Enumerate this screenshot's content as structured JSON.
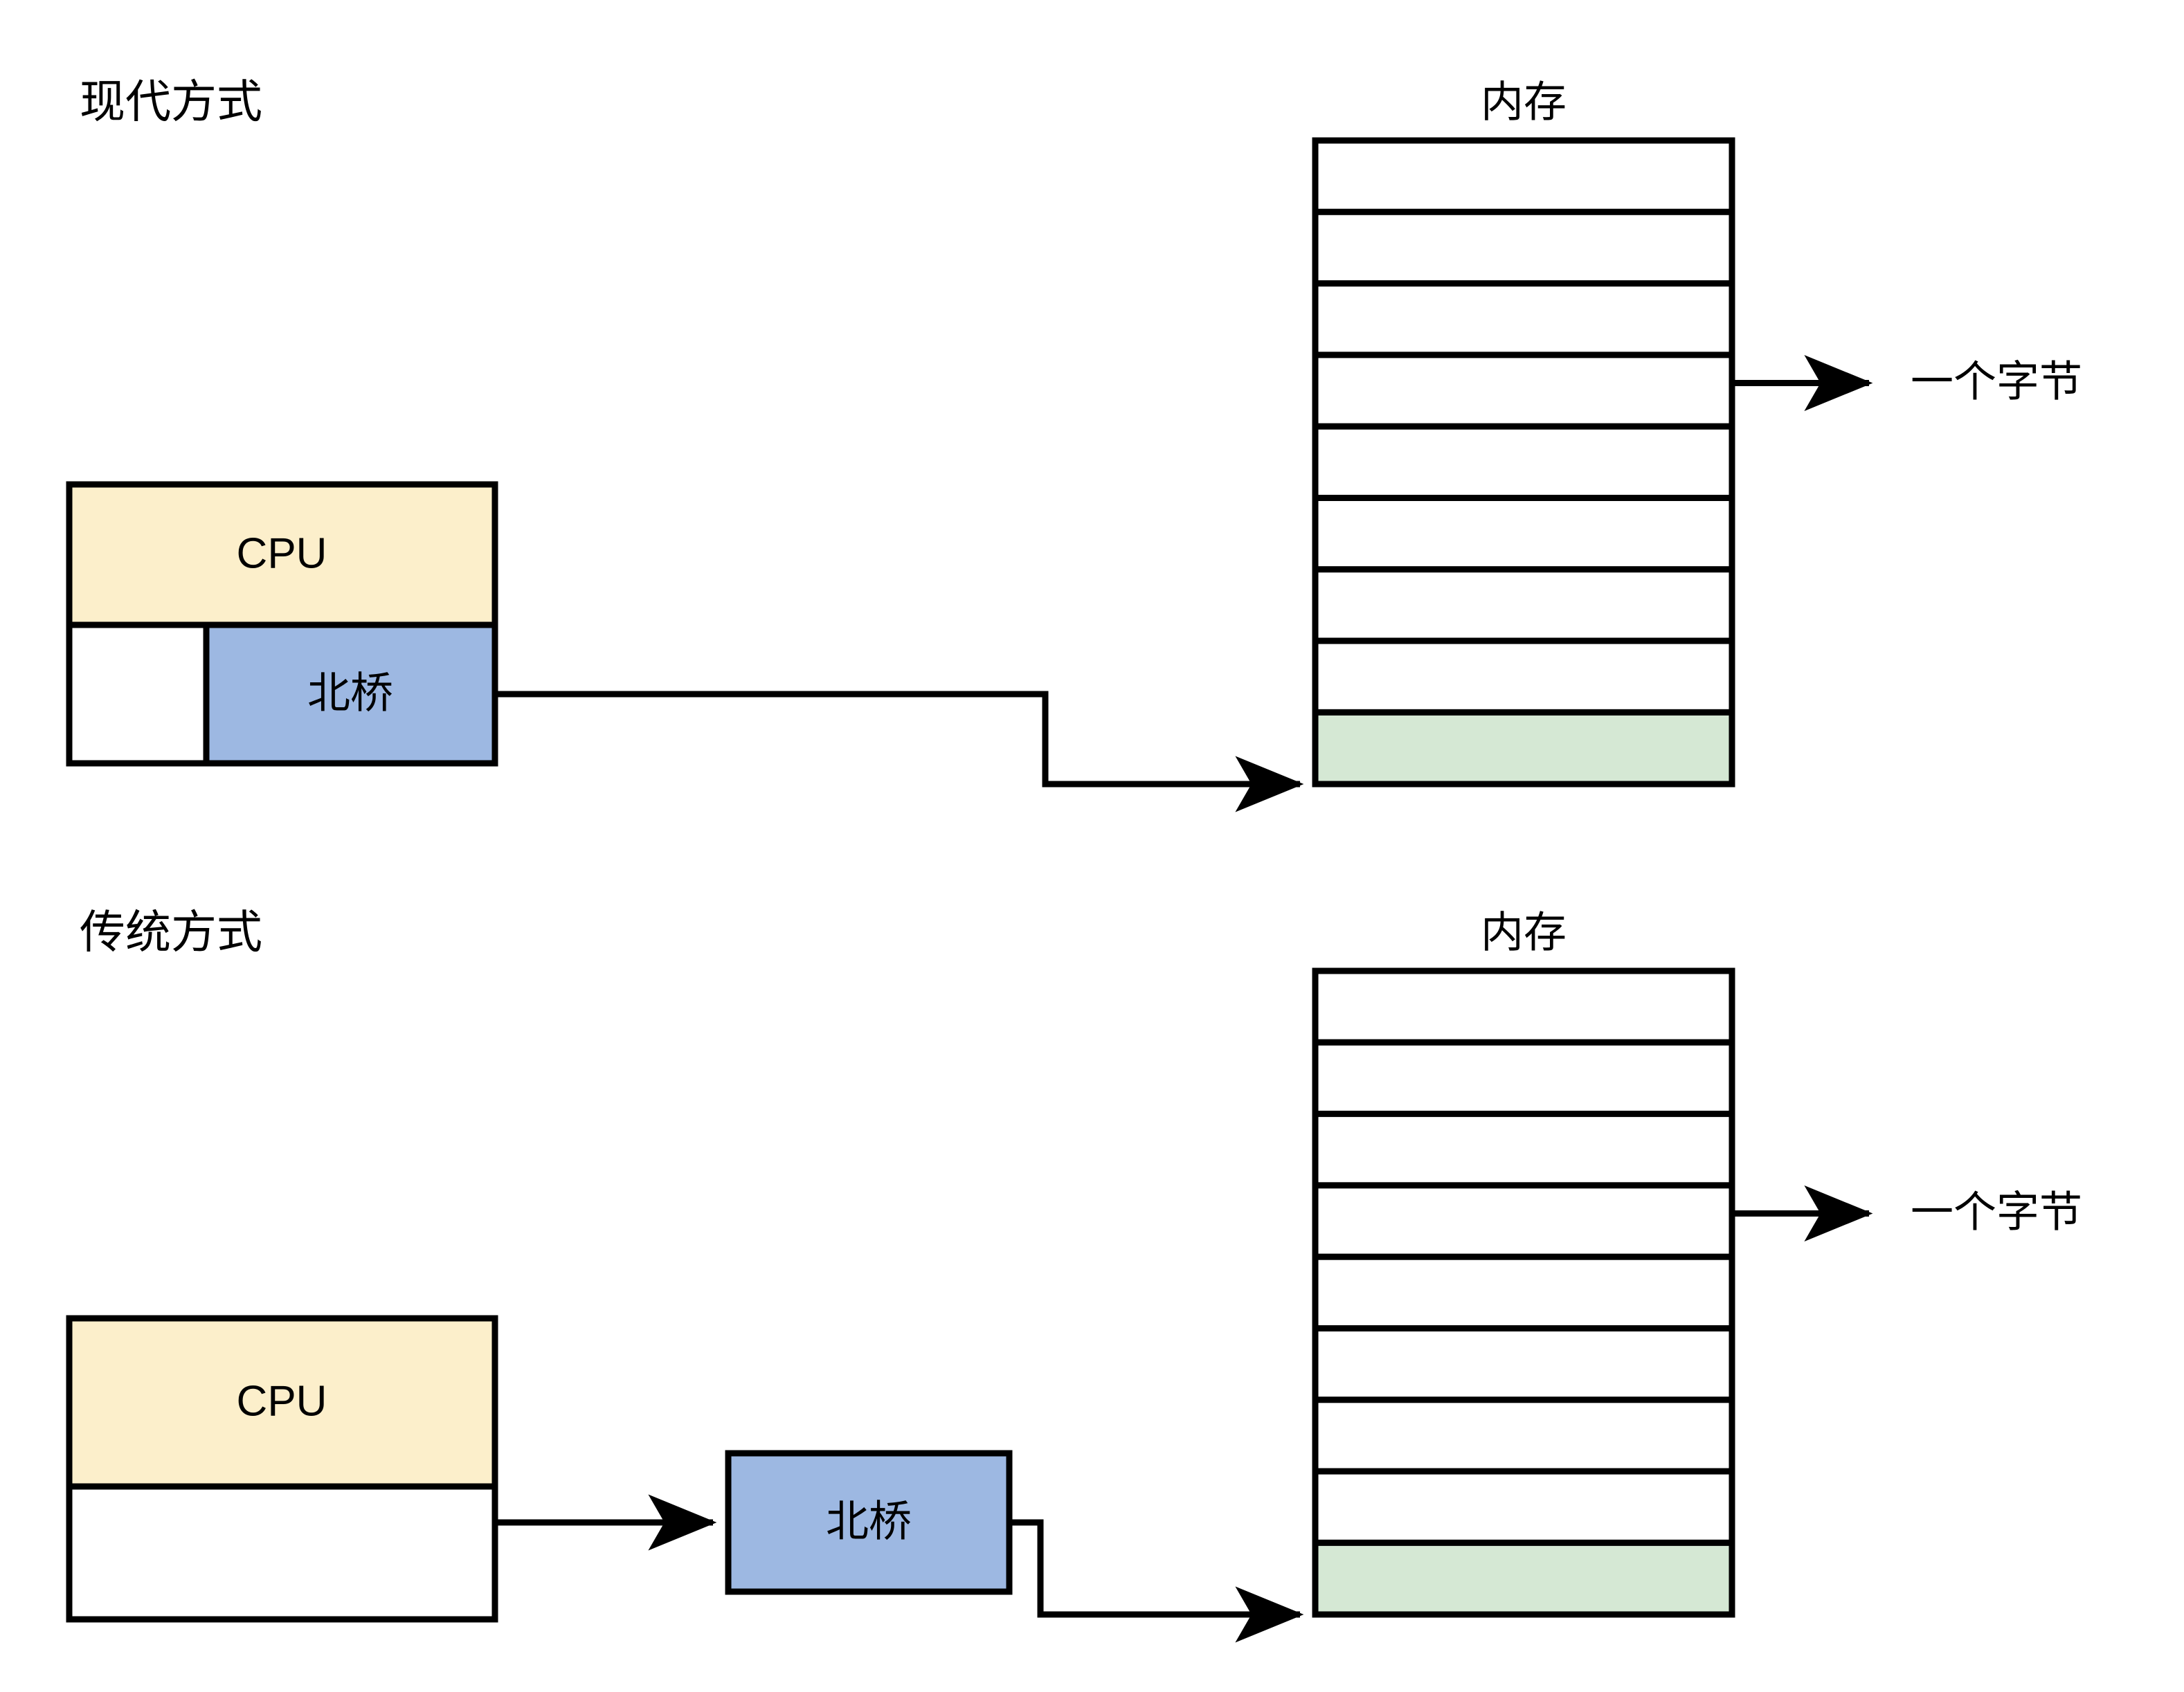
{
  "diagram": {
    "title_modern": "现代方式",
    "title_traditional": "传统方式",
    "memory_label": "内存",
    "cpu_label": "CPU",
    "northbridge_label": "北桥",
    "byte_label": "一个字节"
  },
  "colors": {
    "cpu_fill": "#FCEFCB",
    "northbridge_fill": "#9DB8E2",
    "memory_highlight_fill": "#D5E8D4",
    "memory_cell_fill": "#FFFFFF",
    "stroke": "#000000",
    "background": "#FFFFFF"
  },
  "sections": [
    {
      "id": "modern",
      "title": "现代方式",
      "cpu": {
        "label": "CPU"
      },
      "northbridge": {
        "label": "北桥",
        "inside_cpu_package": true
      },
      "memory": {
        "label": "内存",
        "rows": 9,
        "highlighted_row_index": 8,
        "byte_marker_label": "一个字节",
        "byte_marker_row_index": 3
      }
    },
    {
      "id": "traditional",
      "title": "传统方式",
      "cpu": {
        "label": "CPU"
      },
      "northbridge": {
        "label": "北桥",
        "inside_cpu_package": false
      },
      "memory": {
        "label": "内存",
        "rows": 9,
        "highlighted_row_index": 8,
        "byte_marker_label": "一个字节",
        "byte_marker_row_index": 3
      }
    }
  ]
}
